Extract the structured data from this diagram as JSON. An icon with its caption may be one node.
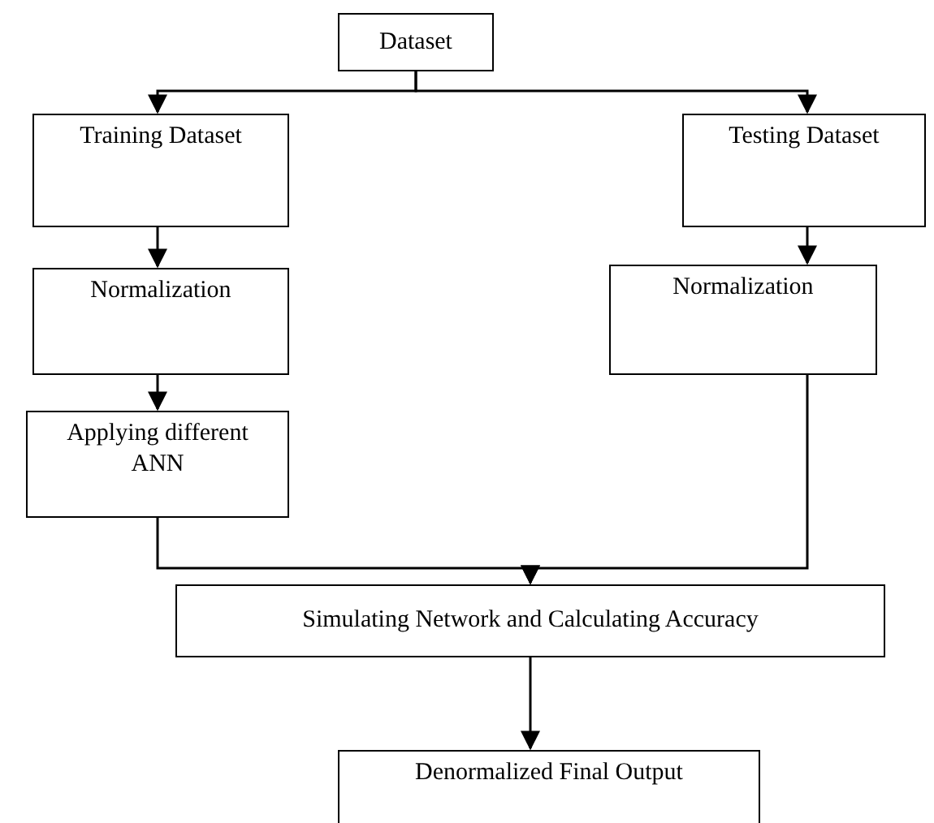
{
  "diagram": {
    "nodes": [
      {
        "text": [
          "Dataset"
        ]
      },
      {
        "text": [
          "Training Dataset"
        ]
      },
      {
        "text": [
          "Testing Dataset"
        ]
      },
      {
        "text": [
          "Normalization"
        ]
      },
      {
        "text": [
          "Normalization"
        ]
      },
      {
        "text": [
          "Applying different ANN"
        ]
      },
      {
        "text": [
          "Simulating Network and Calculating Accuracy"
        ]
      },
      {
        "text": [
          "Denormalized Final Output"
        ]
      }
    ],
    "edges": [
      {
        "from": 0,
        "to": 1,
        "arrow": "to"
      },
      {
        "from": 0,
        "to": 2,
        "arrow": "to"
      },
      {
        "from": 1,
        "to": 3,
        "arrow": "to"
      },
      {
        "from": 2,
        "to": 4,
        "arrow": "to"
      },
      {
        "from": 3,
        "to": 5,
        "arrow": "to"
      },
      {
        "from": 5,
        "to": 6,
        "arrow": "to"
      },
      {
        "from": 4,
        "to": 6,
        "arrow": "to"
      },
      {
        "from": 6,
        "to": 7,
        "arrow": "to"
      }
    ]
  }
}
